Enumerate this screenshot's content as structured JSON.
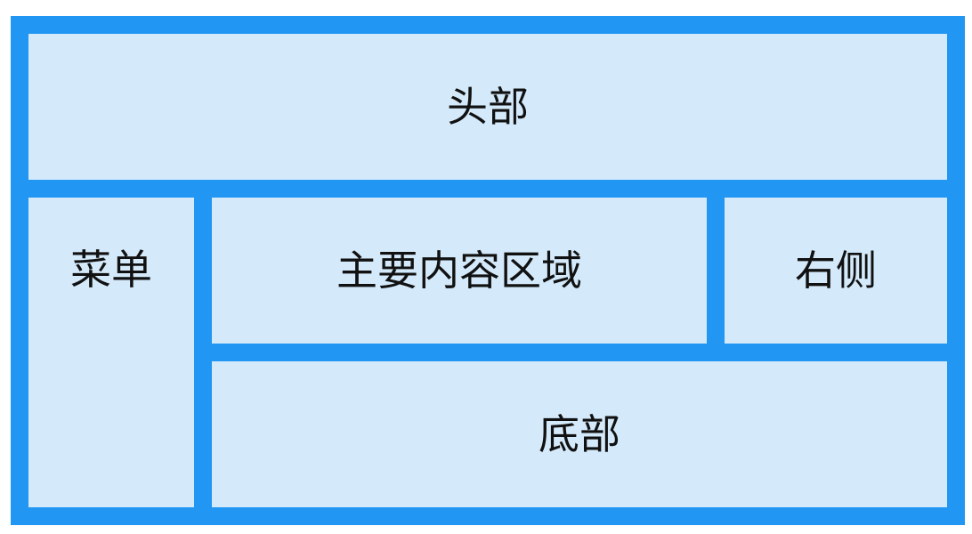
{
  "layout": {
    "header": "头部",
    "menu": "菜单",
    "main": "主要内容区域",
    "right": "右侧",
    "footer": "底部"
  },
  "colors": {
    "border": "#2196f3",
    "cell_background": "#d4eafb",
    "text": "#111111"
  }
}
